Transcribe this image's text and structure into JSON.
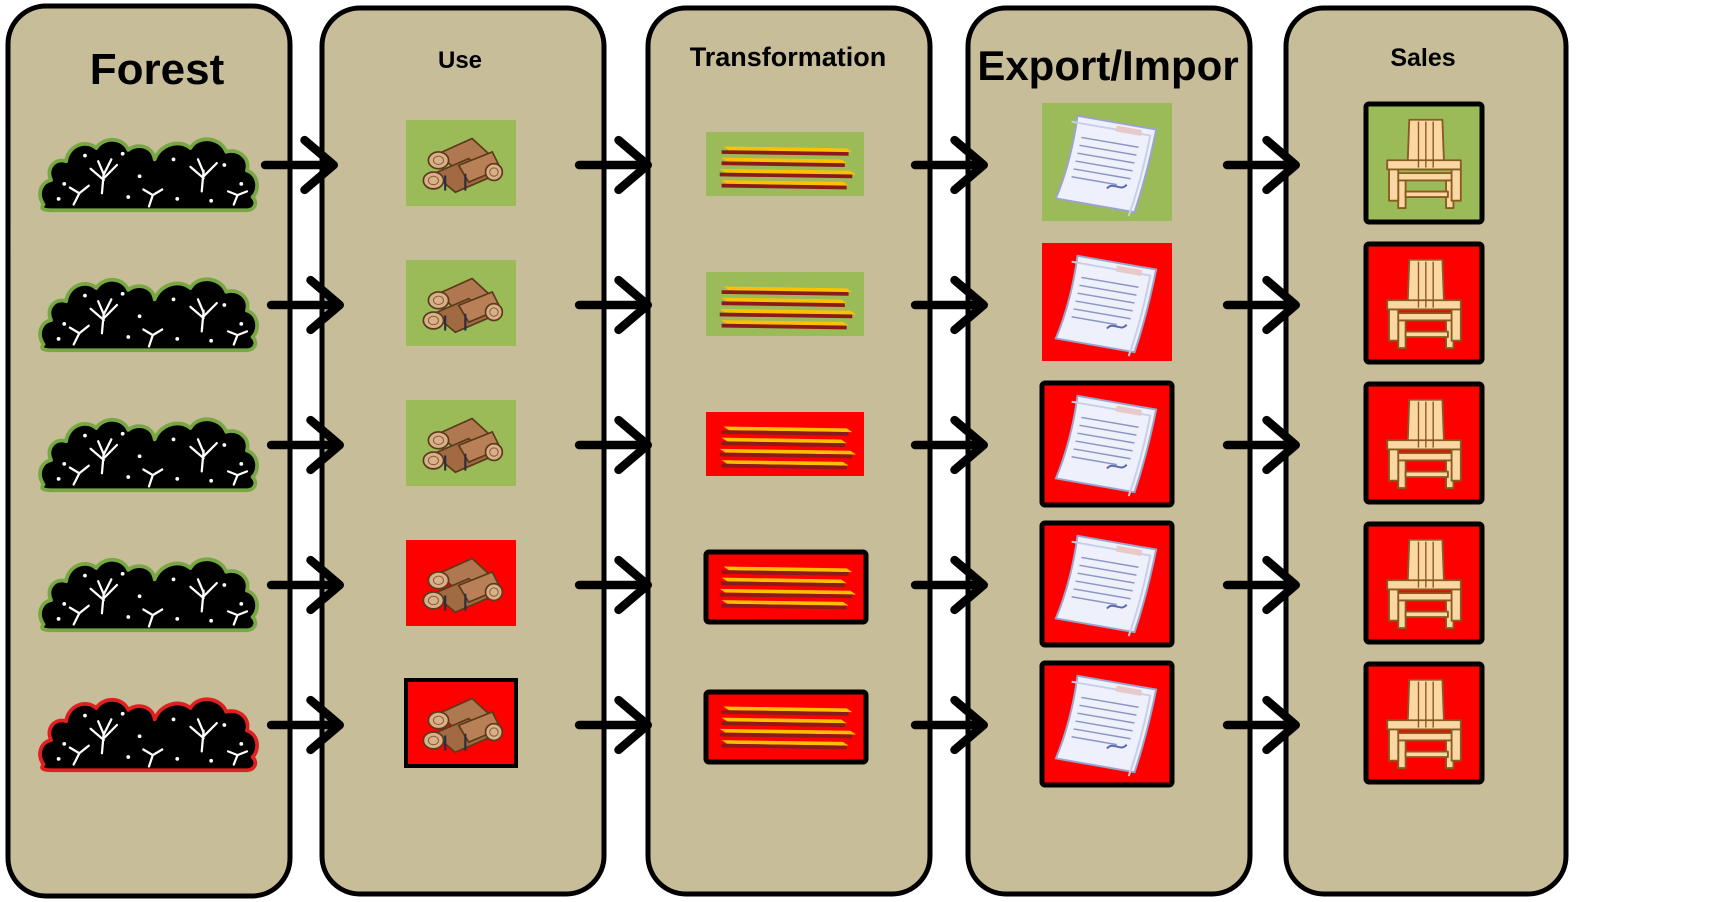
{
  "columns": [
    {
      "id": "forest",
      "title": "Forest"
    },
    {
      "id": "use",
      "title": "Use"
    },
    {
      "id": "transformation",
      "title": "Transformation"
    },
    {
      "id": "export-import",
      "title": "Export/Impor"
    },
    {
      "id": "sales",
      "title": "Sales"
    }
  ],
  "colors": {
    "panel_fill": "#c8bd99",
    "panel_stroke": "#000000",
    "status_ok": "#9bbb59",
    "status_bad": "#ff0000",
    "forest_ok_outline": "#77a843",
    "forest_bad_outline": "#e02020"
  },
  "rows": [
    {
      "forest": "ok",
      "use": "ok",
      "transformation": "ok",
      "export_import": "ok",
      "sales": "ok"
    },
    {
      "forest": "ok",
      "use": "ok",
      "transformation": "ok",
      "export_import": "bad",
      "sales": "bad"
    },
    {
      "forest": "ok",
      "use": "ok",
      "transformation": "bad",
      "export_import": "bad",
      "sales": "bad"
    },
    {
      "forest": "ok",
      "use": "bad",
      "transformation": "bad",
      "export_import": "bad",
      "sales": "bad"
    },
    {
      "forest": "bad",
      "use": "bad",
      "transformation": "bad",
      "export_import": "bad",
      "sales": "bad"
    }
  ],
  "icons": {
    "forest": "forest-icon",
    "use": "logs-icon",
    "transformation": "lumber-planks-icon",
    "export_import": "document-icon",
    "sales": "chair-icon"
  }
}
